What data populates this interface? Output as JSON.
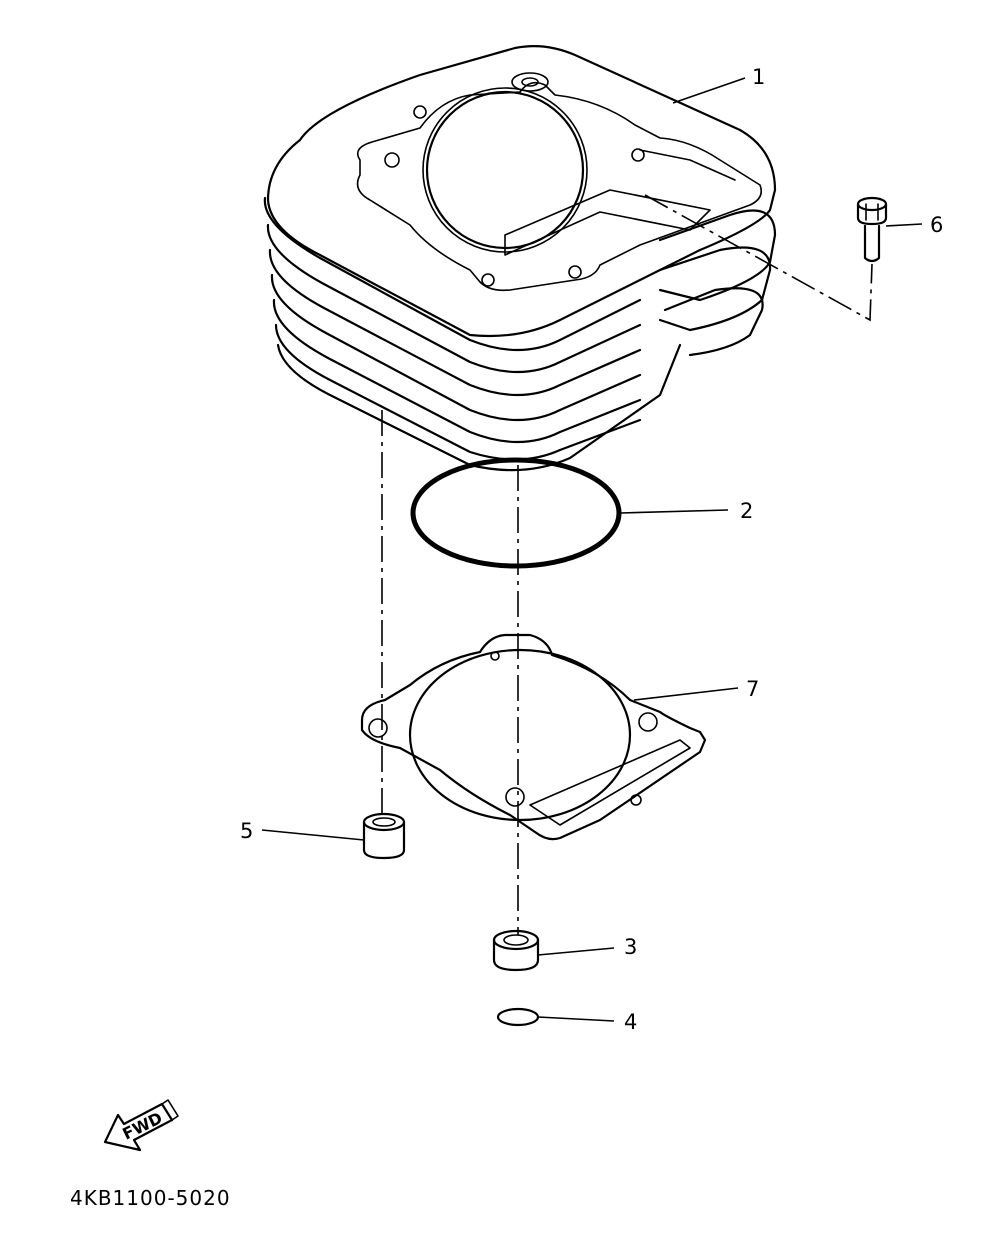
{
  "diagram": {
    "callouts": {
      "c1": "1",
      "c2": "2",
      "c3": "3",
      "c4": "4",
      "c5": "5",
      "c6": "6",
      "c7": "7"
    },
    "fwd_label": "FWD",
    "part_code": "4KB1100-5020"
  }
}
